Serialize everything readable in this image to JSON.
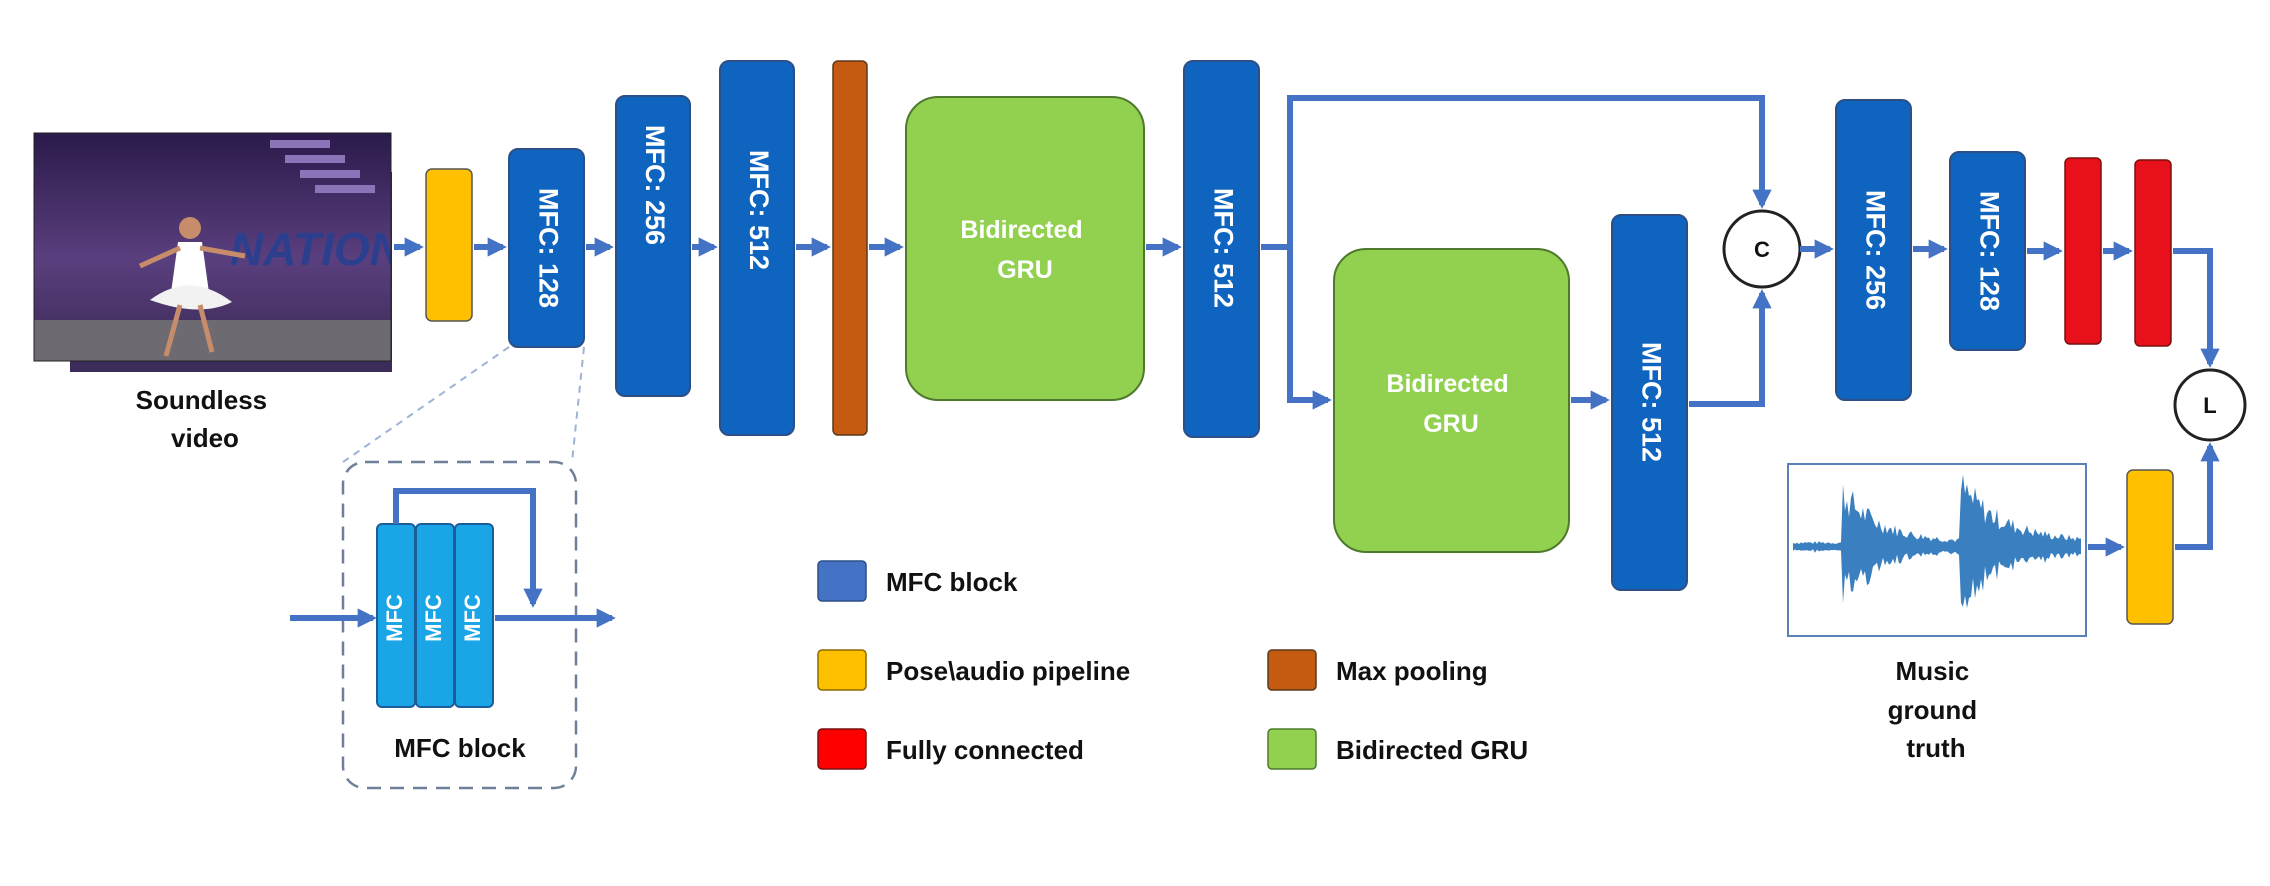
{
  "colors": {
    "mfc": "#0e64be",
    "mfc_light": "#1aa6e6",
    "pipeline": "#ffc000",
    "maxpool": "#c55a11",
    "fc": "#e8101b",
    "gru": "#92d050",
    "arrow": "#4472c4"
  },
  "blocks": {
    "mfc1": "MFC: 128",
    "mfc2": "MFC: 256",
    "mfc3": "MFC: 512",
    "gru1": [
      "Bidirected",
      "GRU"
    ],
    "mfc4": "MFC: 512",
    "gru2": [
      "Bidirected",
      "GRU"
    ],
    "mfc5": "MFC: 512",
    "concat": "C",
    "mfc6": "MFC: 256",
    "mfc7": "MFC: 128",
    "loss": "L"
  },
  "captions": {
    "input": [
      "Soundless",
      "video"
    ],
    "ground_truth": [
      "Music",
      "ground",
      "truth"
    ],
    "video_banner": "NATIONALS"
  },
  "inset": {
    "title": "MFC block",
    "layer_label": "MFC"
  },
  "legend": [
    {
      "label": "MFC block",
      "color": "#4472c4"
    },
    {
      "label": "Pose\\audio pipeline",
      "color": "#ffc000"
    },
    {
      "label": "Fully connected",
      "color": "#ff0000"
    },
    {
      "label": "Max pooling",
      "color": "#c55a11"
    },
    {
      "label": "Bidirected GRU",
      "color": "#92d050"
    }
  ]
}
